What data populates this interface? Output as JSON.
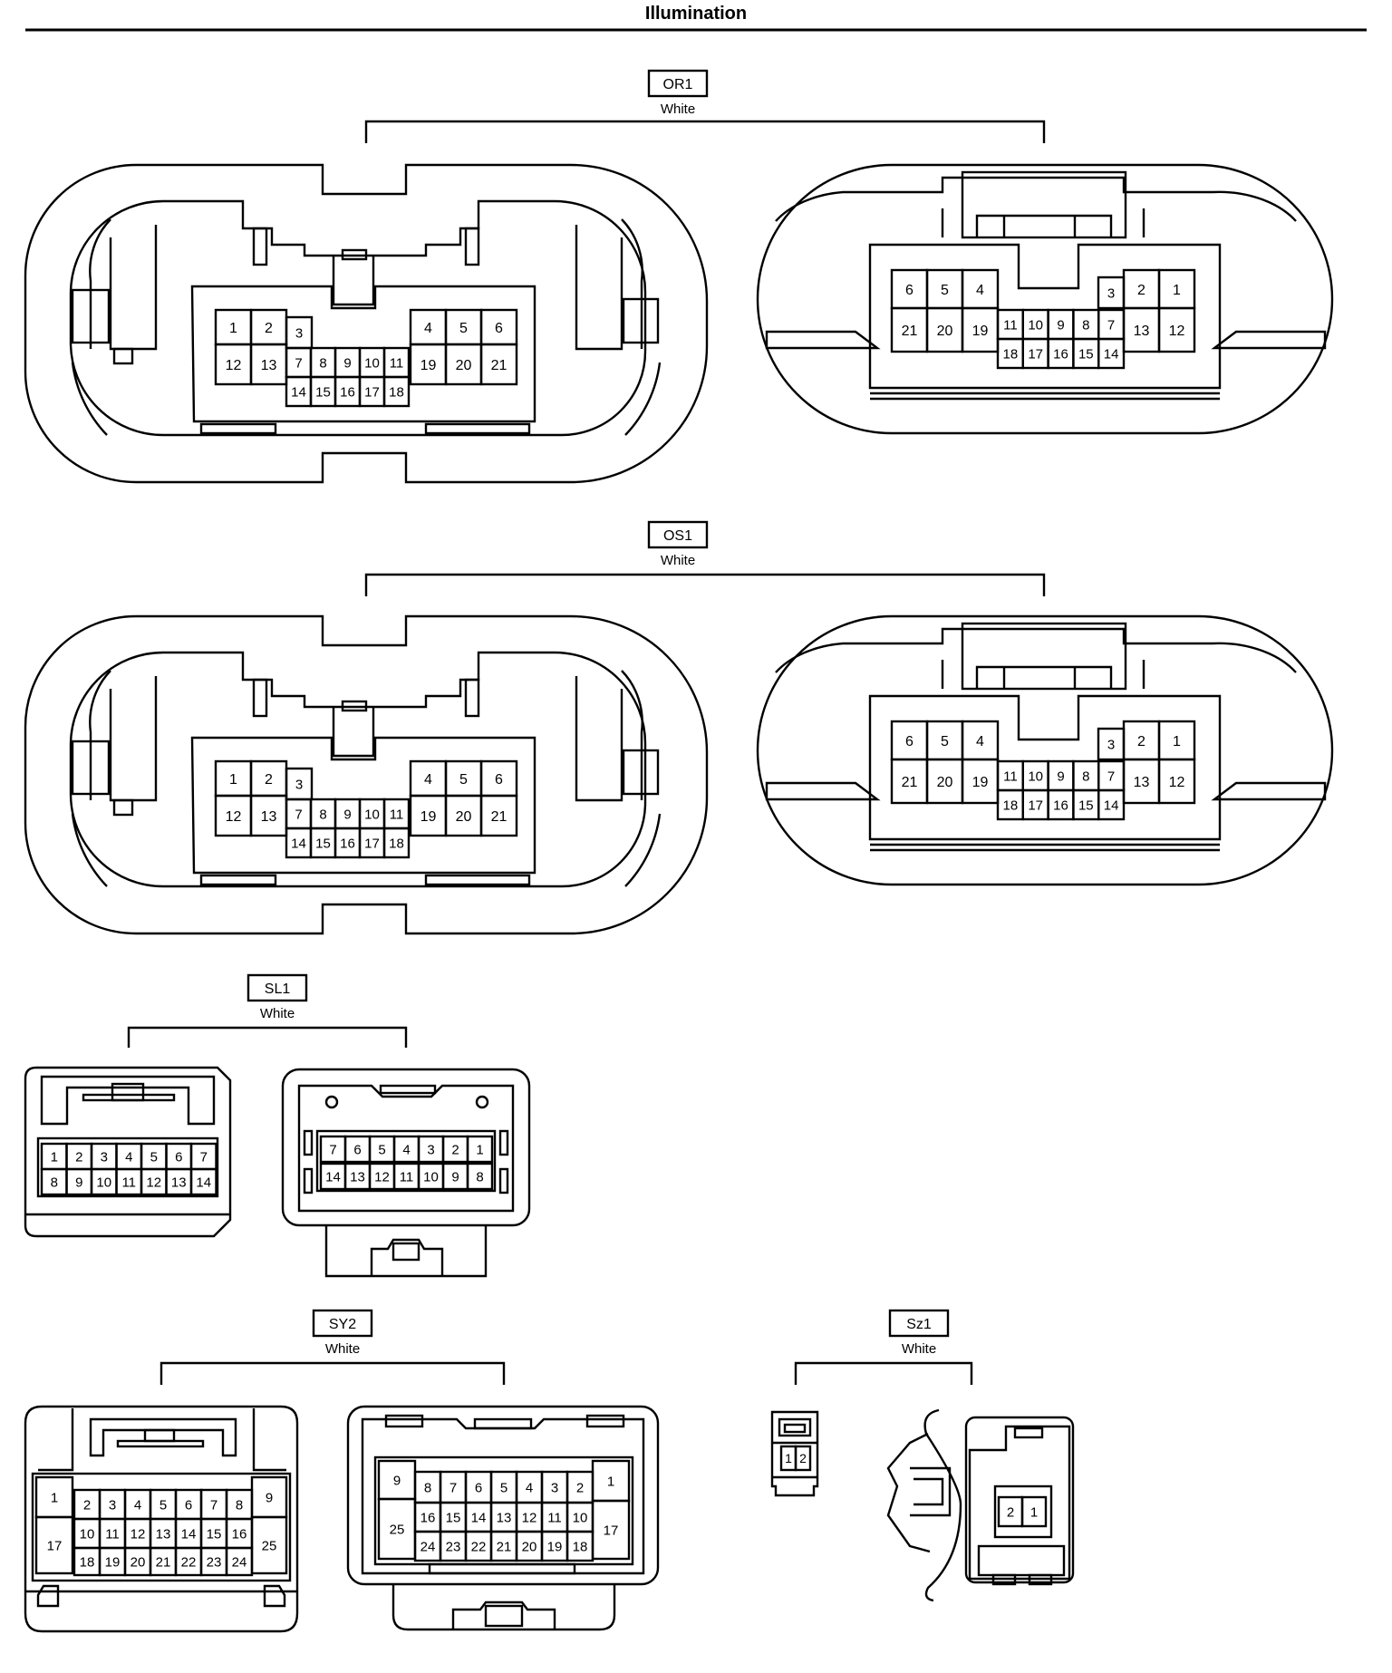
{
  "page": {
    "title": "Illumination"
  },
  "connectors": [
    {
      "id": "OR1",
      "label": "OR1",
      "color": "White",
      "views": [
        {
          "kind": "large-left",
          "cells": [
            [
              "1",
              "2",
              "3",
              "4",
              "5",
              "6"
            ],
            [
              "12",
              "13",
              "7",
              "8",
              "9",
              "10",
              "11",
              "19",
              "20",
              "21"
            ],
            [
              "14",
              "15",
              "16",
              "17",
              "18"
            ]
          ]
        },
        {
          "kind": "large-right",
          "cells": [
            [
              "6",
              "5",
              "4",
              "3",
              "2",
              "1"
            ],
            [
              "21",
              "20",
              "19",
              "11",
              "10",
              "9",
              "8",
              "7",
              "13",
              "12"
            ],
            [
              "18",
              "17",
              "16",
              "15",
              "14"
            ]
          ]
        }
      ]
    },
    {
      "id": "OS1",
      "label": "OS1",
      "color": "White",
      "views": [
        {
          "kind": "large-left",
          "cells": [
            [
              "1",
              "2",
              "3",
              "4",
              "5",
              "6"
            ],
            [
              "12",
              "13",
              "7",
              "8",
              "9",
              "10",
              "11",
              "19",
              "20",
              "21"
            ],
            [
              "14",
              "15",
              "16",
              "17",
              "18"
            ]
          ]
        },
        {
          "kind": "large-right",
          "cells": [
            [
              "6",
              "5",
              "4",
              "3",
              "2",
              "1"
            ],
            [
              "21",
              "20",
              "19",
              "11",
              "10",
              "9",
              "8",
              "7",
              "13",
              "12"
            ],
            [
              "18",
              "17",
              "16",
              "15",
              "14"
            ]
          ]
        }
      ]
    },
    {
      "id": "SL1",
      "label": "SL1",
      "color": "White",
      "views": [
        {
          "kind": "small-left",
          "rows": [
            [
              "1",
              "2",
              "3",
              "4",
              "5",
              "6",
              "7"
            ],
            [
              "8",
              "9",
              "10",
              "11",
              "12",
              "13",
              "14"
            ]
          ]
        },
        {
          "kind": "small-right",
          "rows": [
            [
              "7",
              "6",
              "5",
              "4",
              "3",
              "2",
              "1"
            ],
            [
              "14",
              "13",
              "12",
              "11",
              "10",
              "9",
              "8"
            ]
          ]
        }
      ]
    },
    {
      "id": "SY2",
      "label": "SY2",
      "color": "White",
      "views": [
        {
          "kind": "sy-left",
          "row1": [
            "2",
            "3",
            "4",
            "5",
            "6",
            "7",
            "8"
          ],
          "row2": [
            "10",
            "11",
            "12",
            "13",
            "14",
            "15",
            "16"
          ],
          "row3": [
            "18",
            "19",
            "20",
            "21",
            "22",
            "23",
            "24"
          ],
          "side_left": [
            "1",
            "17"
          ],
          "side_right": [
            "9",
            "25"
          ]
        },
        {
          "kind": "sy-right",
          "row1": [
            "8",
            "7",
            "6",
            "5",
            "4",
            "3",
            "2"
          ],
          "row2": [
            "16",
            "15",
            "14",
            "13",
            "12",
            "11",
            "10"
          ],
          "row3": [
            "24",
            "23",
            "22",
            "21",
            "20",
            "19",
            "18"
          ],
          "side_left": [
            "9",
            "25"
          ],
          "side_right": [
            "1",
            "17"
          ]
        }
      ]
    },
    {
      "id": "Sz1",
      "label": "Sz1",
      "color": "White",
      "views": [
        {
          "kind": "tiny-left",
          "pins": [
            "1",
            "2"
          ]
        },
        {
          "kind": "tiny-right",
          "pins": [
            "2",
            "1"
          ]
        }
      ]
    }
  ]
}
